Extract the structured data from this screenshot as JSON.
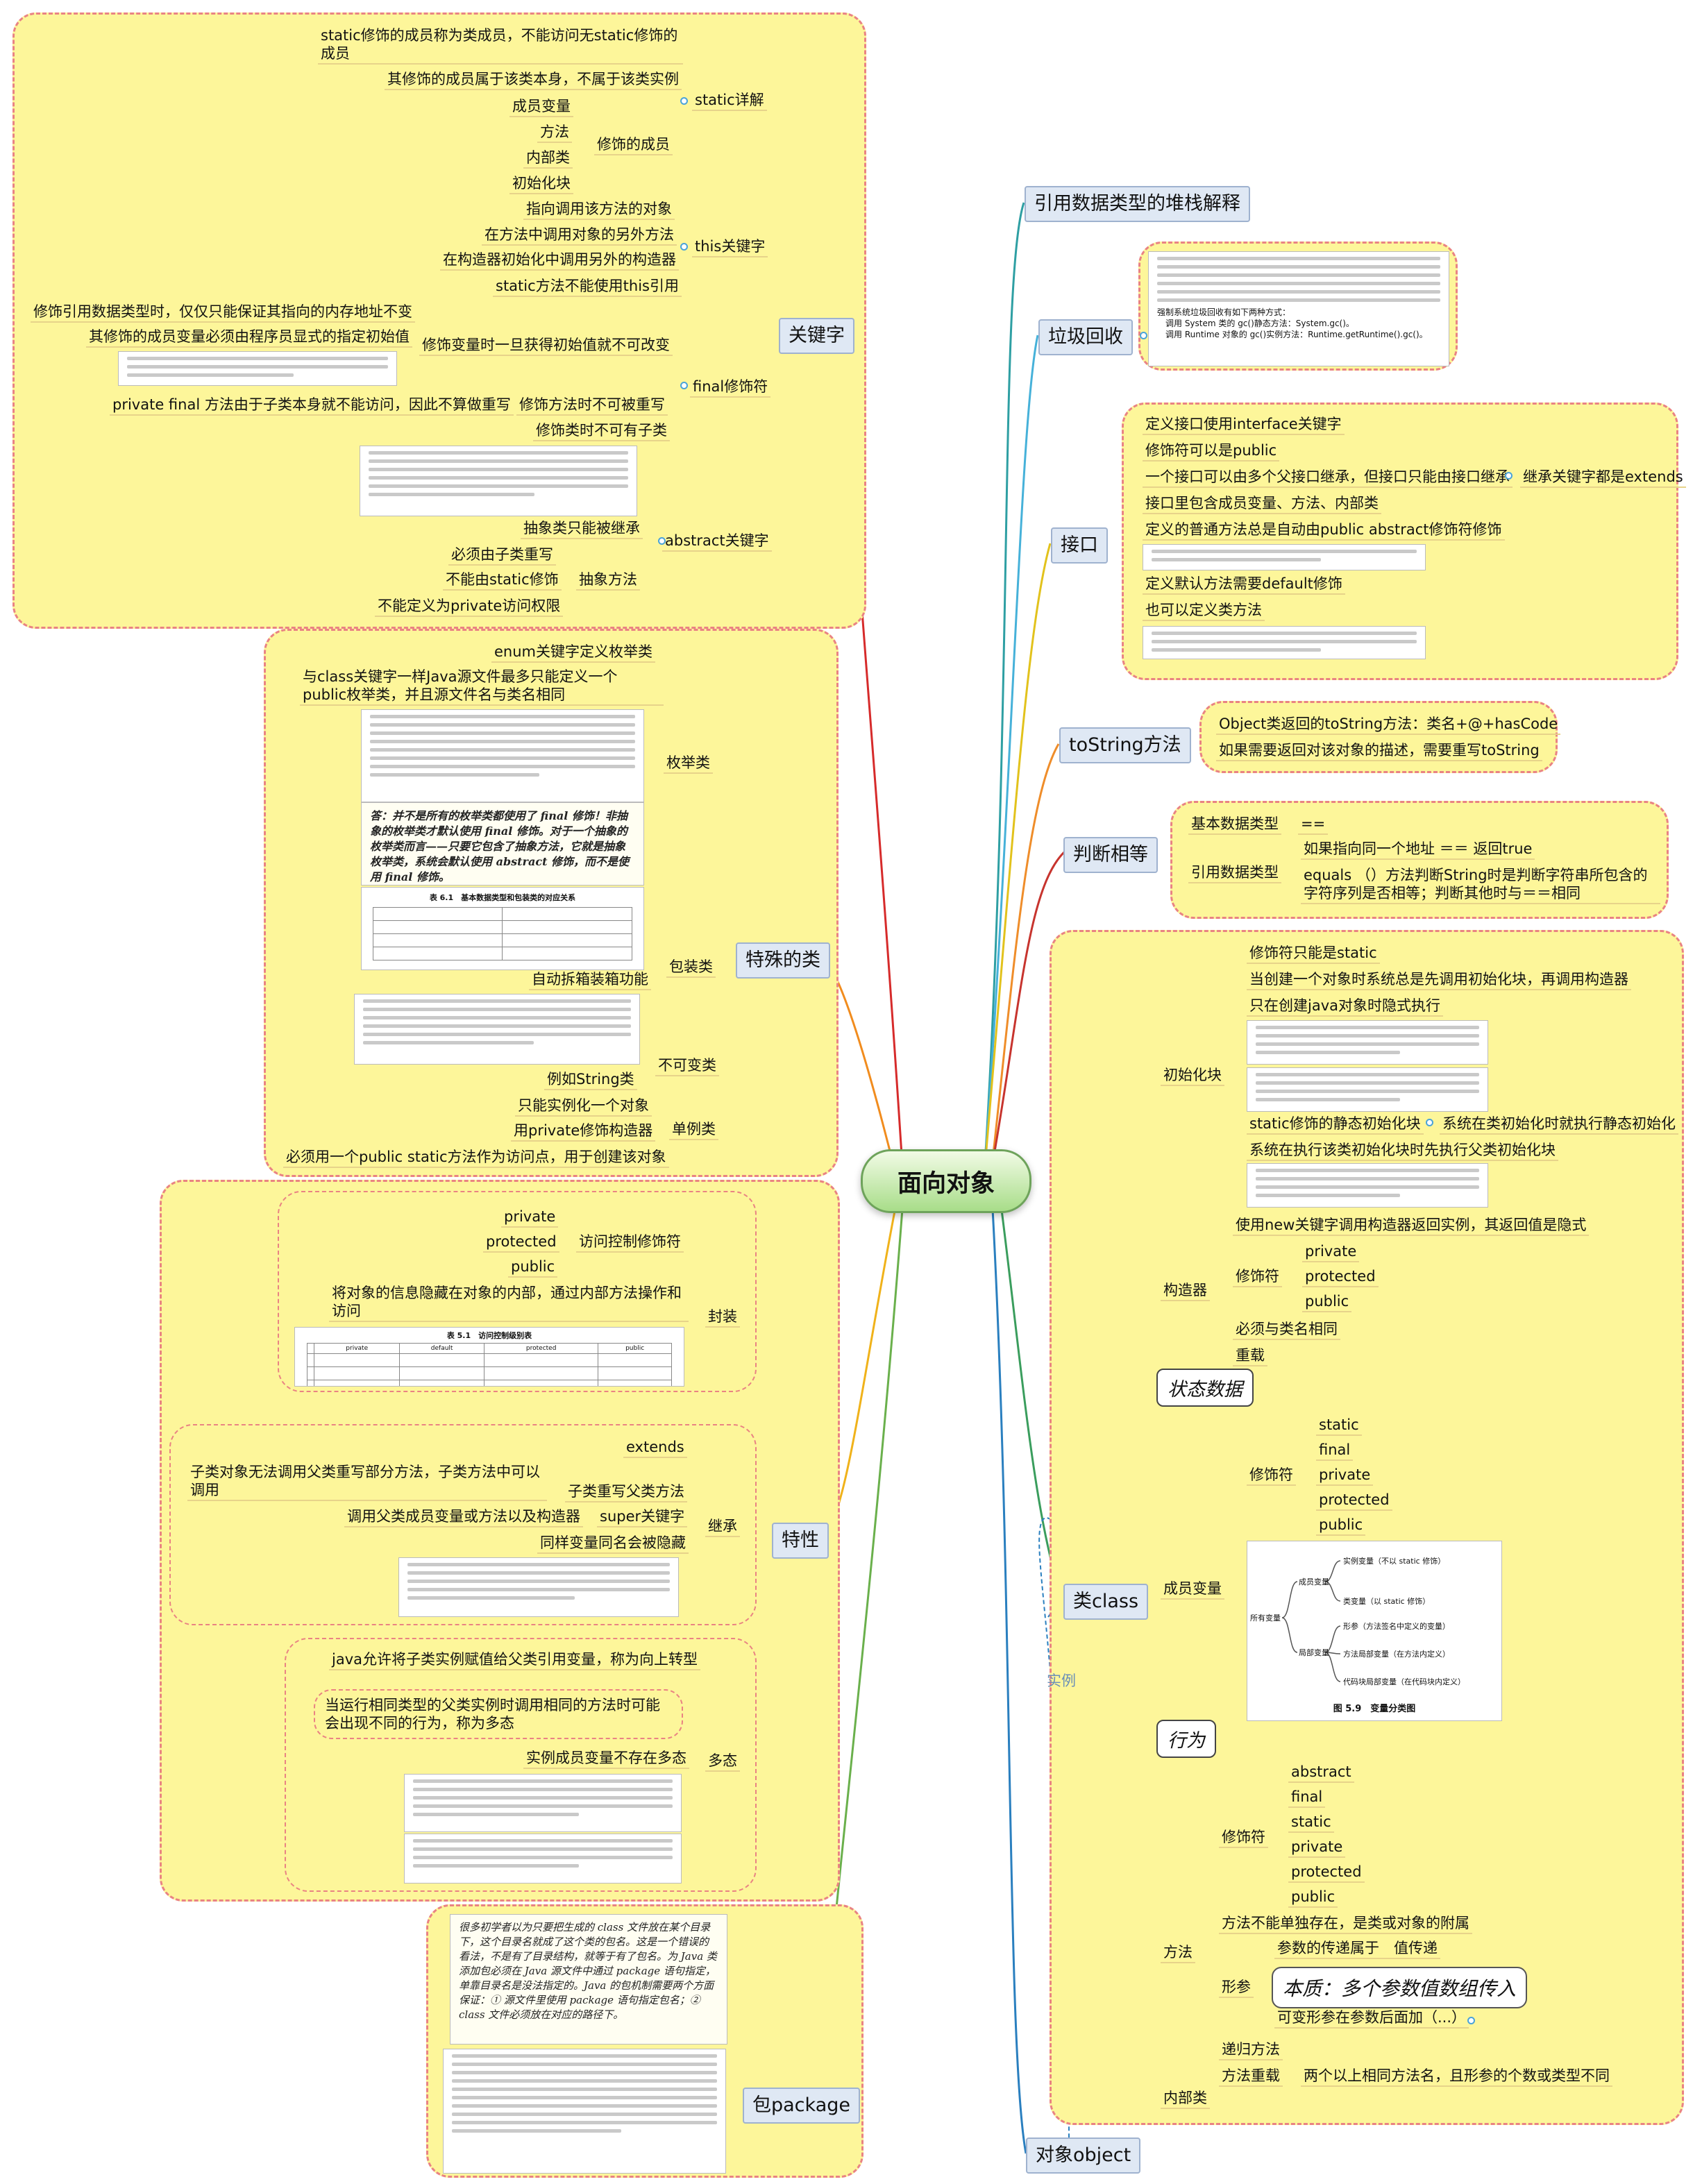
{
  "root": "面向对象",
  "topics": {
    "keywords": "关键字",
    "special_class": "特殊的类",
    "features": "特性",
    "package": "包package",
    "ref_stack": "引用数据类型的堆栈解释",
    "gc": "垃圾回收",
    "interface": "接口",
    "tostring": "toString方法",
    "equality": "判断相等",
    "class": "类class",
    "object": "对象object"
  },
  "keywords": {
    "static": {
      "label": "static详解",
      "member_note": "static修饰的成员称为类成员，不能访问无static修饰的成员",
      "belongs": "其修饰的成员属于该类本身，不属于该类实例",
      "modified_label": "修饰的成员",
      "modified": [
        "成员变量",
        "方法",
        "内部类",
        "初始化块"
      ]
    },
    "this": {
      "label": "this关键字",
      "items": [
        "指向调用该方法的对象",
        "在方法中调用对象的另外方法",
        "在构造器初始化中调用另外的构造器",
        "static方法不能使用this引用"
      ]
    },
    "final": {
      "label": "final修饰符",
      "var_label": "修饰变量时一旦获得初始值就不可改变",
      "var_items": [
        "修饰引用数据类型时，仅仅只能保证其指向的内存地址不变",
        "其修饰的成员变量必须由程序员显式的指定初始值"
      ],
      "method_label": "修饰方法时不可被重写",
      "method_note": "private final 方法由于子类本身就不能访问，因此不算做重写",
      "class_label": "修饰类时不可有子类"
    },
    "abstract": {
      "label": "abstract关键字",
      "class_only": "抽象类只能被继承",
      "method_label": "抽象方法",
      "method_items": [
        "必须由子类重写",
        "不能由static修饰"
      ],
      "no_private": "不能定义为private访问权限"
    }
  },
  "special_class": {
    "enum": {
      "label": "枚举类",
      "keyword": "enum关键字定义枚举类",
      "desc": "与class关键字一样Java源文件最多只能定义一个public枚举类，并且源文件名与类名相同",
      "handwritten": "答：并不是所有的枚举类都使用了 final 修饰！非抽象的枚举类才默认使用 final 修饰。对于一个抽象的枚举类而言——只要它包含了抽象方法，它就是抽象枚举类，系统会默认使用 abstract 修饰，而不是使用 final 修饰。",
      "table_caption": "表 6.1　基本数据类型和包装类的对应关系"
    },
    "wrapper": {
      "label": "包装类",
      "item": "自动拆箱装箱功能"
    },
    "immutable": {
      "label": "不可变类",
      "item": "例如String类"
    },
    "singleton": {
      "label": "单例类",
      "items": [
        "只能实例化一个对象",
        "用private修饰构造器",
        "必须用一个public static方法作为访问点，用于创建该对象"
      ]
    }
  },
  "features": {
    "encapsulation": {
      "label": "封装",
      "access_label": "访问控制修饰符",
      "access": [
        "private",
        "protected",
        "public"
      ],
      "desc": "将对象的信息隐藏在对象的内部，通过内部方法操作和访问",
      "table_caption": "表 5.1　访问控制级别表",
      "table_headers": [
        "private",
        "default",
        "protected",
        "public"
      ]
    },
    "inheritance": {
      "label": "继承",
      "extends": "extends",
      "override_label": "子类重写父类方法",
      "override_note": "子类对象无法调用父类重写部分方法，子类方法中可以调用",
      "super_label": "super关键字",
      "super_note": "调用父类成员变量或方法以及构造器",
      "hidden": "同样变量同名会被隐藏"
    },
    "polymorphism": {
      "label": "多态",
      "upcast": "java允许将子类实例赋值给父类引用变量，称为向上转型",
      "desc": "当运行相同类型的父类实例时调用相同的方法时可能会出现不同的行为，称为多态",
      "no_poly": "实例成员变量不存在多态"
    }
  },
  "gc": {
    "note_lines": [
      "对象的状态：",
      "强制系统垃圾回收有如下两种方式：",
      "调用 System 类的 gc()静态方法：System.gc()。",
      "调用 Runtime 对象的 gc()实例方法：Runtime.getRuntime().gc()。"
    ]
  },
  "interface": {
    "items": [
      "定义接口使用interface关键字",
      "修饰符可以是public",
      "一个接口可以由多个父接口继承，但接口只能由接口继承",
      "接口里包含成员变量、方法、内部类",
      "定义的普通方法总是自动由public abstract修饰符修饰",
      "定义默认方法需要default修饰",
      "也可以定义类方法"
    ],
    "extends_note": "继承关键字都是extends"
  },
  "tostring": {
    "items": [
      "Object类返回的toString方法：类名+@+hasCode",
      "如果需要返回对该对象的描述，需要重写toString"
    ]
  },
  "equality": {
    "basic_label": "基本数据类型",
    "basic_value": "==",
    "ref_label": "引用数据类型",
    "ref_items": [
      "如果指向同一个地址 ＝＝ 返回true",
      "equals （）方法判断String时是判断字符串所包含的字符序列是否相等；判断其他时与＝＝相同"
    ]
  },
  "class": {
    "init_block": {
      "label": "初始化块",
      "items": [
        "修饰符只能是static",
        "当创建一个对象时系统总是先调用初始化块，再调用构造器",
        "只在创建java对象时隐式执行"
      ],
      "static_label": "static修饰的静态初始化块",
      "static_note": "系统在类初始化时就执行静态初始化",
      "parent": "系统在执行该类初始化块时先执行父类初始化块"
    },
    "constructor": {
      "label": "构造器",
      "new_note": "使用new关键字调用构造器返回实例，其返回值是隐式",
      "mod_label": "修饰符",
      "mods": [
        "private",
        "protected",
        "public"
      ],
      "same_name": "必须与类名相同",
      "overload": "重载"
    },
    "state": "状态数据",
    "member_var": {
      "label": "成员变量",
      "mod_label": "修饰符",
      "mods": [
        "static",
        "final",
        "private",
        "protected",
        "public"
      ],
      "diagram": {
        "caption": "图 5.9　变量分类图",
        "all": "所有变量",
        "member": "成员变量",
        "local": "局部变量",
        "instance": "实例变量（不以 static 修饰）",
        "class_var": "类变量（以 static 修饰）",
        "param": "形参（方法签名中定义的变量）",
        "method_local": "方法局部变量（在方法内定义）",
        "block_local": "代码块局部变量（在代码块内定义）"
      }
    },
    "behavior": "行为",
    "method": {
      "label": "方法",
      "mod_label": "修饰符",
      "mods": [
        "abstract",
        "final",
        "static",
        "private",
        "protected",
        "public"
      ],
      "not_alone": "方法不能单独存在，是类或对象的附属",
      "param_label": "形参",
      "param_pass": "参数的传递属于　值传递",
      "varargs_essence": "本质：多个参数值数组传入",
      "varargs": "可变形参在参数后面加（...）",
      "recursion": "递归方法",
      "overload_label": "方法重载",
      "overload_note": "两个以上相同方法名，且形参的个数或类型不同"
    },
    "inner": "内部类",
    "instance_link": "实例"
  },
  "package": {
    "handwritten": "很多初学者以为只要把生成的 class 文件放在某个目录下，这个目录名就成了这个类的包名。这是一个错误的看法，不是有了目录结构，就等于有了包名。为 Java 类添加包必须在 Java 源文件中通过 package 语句指定，单靠目录名是没法指定的。Java 的包机制需要两个方面保证：① 源文件里使用 package 语句指定包名；② class 文件必须放在对应的路径下。"
  },
  "colors": {
    "group_fill": "#fdf69a",
    "group_border": "#e98383",
    "topic_fill": "#dfe8f4",
    "root_fill": "#a8dd89"
  }
}
